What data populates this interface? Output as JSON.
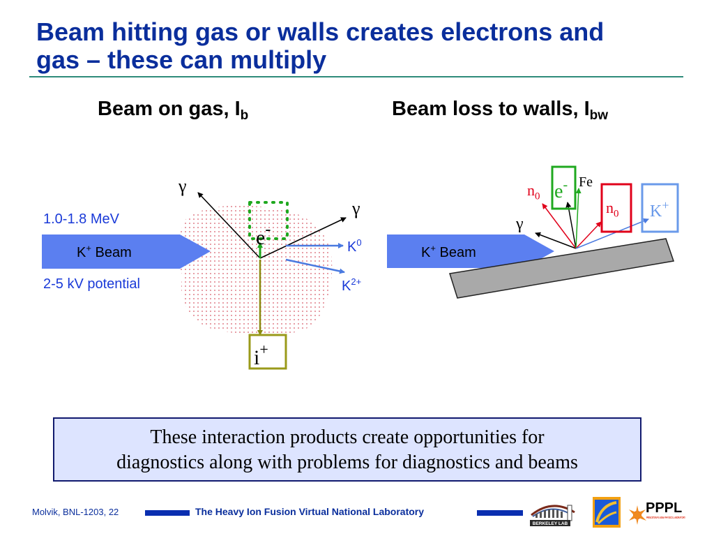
{
  "slide": {
    "title_line1": "Beam hitting gas or walls creates electrons and",
    "title_line2": "gas – these can multiply"
  },
  "left_panel": {
    "heading": "Beam on gas, I",
    "heading_sub": "b",
    "energy_label": "1.0-1.8 MeV",
    "potential_label": "2-5 kV potential",
    "beam_label": "K",
    "beam_label_sup": "+",
    "beam_label_suffix": " Beam",
    "gamma_left": "γ",
    "gamma_right": "γ",
    "electron_label": "e",
    "electron_sup": "-",
    "k0_label": "K",
    "k0_sup": "0",
    "k2_label": "K",
    "k2_sup": "2+",
    "ion_label": "i",
    "ion_sup": "+"
  },
  "right_panel": {
    "heading": "Beam loss to walls, I",
    "heading_sub": "bw",
    "beam_label": "K",
    "beam_label_sup": "+",
    "beam_label_suffix": " Beam",
    "gamma": "γ",
    "n0_left": "n",
    "n0_left_sub": "0",
    "electron_label": "e",
    "electron_sup": "-",
    "fe_label": "Fe",
    "n0_right": "n",
    "n0_right_sub": "0",
    "kplus_label": "K",
    "kplus_sup": "+"
  },
  "callout": {
    "line1": "These interaction products create opportunities for",
    "line2": "diagnostics along with problems for diagnostics and beams"
  },
  "footer": {
    "author": "Molvik,  BNL-1203, 22",
    "lab_name": "The Heavy Ion Fusion Virtual National Laboratory",
    "logo_berkeley": "BERKELEY LAB",
    "logo_pppl": "PPPL",
    "logo_pppl_sub": "PRINCETON PLASMA PHYSICS LABORATORY"
  },
  "colors": {
    "title": "#0a2e9c",
    "beam_arrow": "#5b7ff0",
    "electron_box": "#1fa81f",
    "ion_box": "#9a9a1a",
    "n0_red": "#e0001a",
    "kplus_box": "#6a9aea",
    "wall": "#a9a9a9",
    "gas_dots": "#e0808a",
    "callout_bg": "#dde4ff"
  }
}
